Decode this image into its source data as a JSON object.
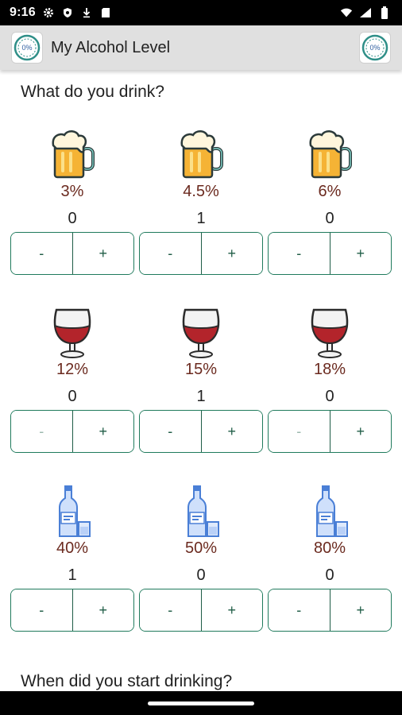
{
  "status_bar": {
    "time": "9:16",
    "icons_left": [
      "settings-icon",
      "shield-icon",
      "download-icon",
      "sd-card-icon"
    ],
    "icons_right": [
      "wifi-icon",
      "signal-icon",
      "battery-icon"
    ]
  },
  "app_bar": {
    "title": "My Alcohol Level",
    "logo_text": "0%",
    "action_text": "0%"
  },
  "sections": {
    "drink_question": "What do you drink?",
    "start_question": "When did you start drinking?"
  },
  "stepper": {
    "minus_label": "-",
    "plus_label": "+"
  },
  "drinks": [
    {
      "type": "beer",
      "percent": "3%",
      "count": "0"
    },
    {
      "type": "beer",
      "percent": "4.5%",
      "count": "1"
    },
    {
      "type": "beer",
      "percent": "6%",
      "count": "0"
    },
    {
      "type": "wine",
      "percent": "12%",
      "count": "0"
    },
    {
      "type": "wine",
      "percent": "15%",
      "count": "1"
    },
    {
      "type": "wine",
      "percent": "18%",
      "count": "0"
    },
    {
      "type": "spirit",
      "percent": "40%",
      "count": "1"
    },
    {
      "type": "spirit",
      "percent": "50%",
      "count": "0"
    },
    {
      "type": "spirit",
      "percent": "80%",
      "count": "0"
    }
  ],
  "colors": {
    "accent": "#1f7a5c",
    "percent_text": "#6b2a1f",
    "app_bar": "#e0e0e0",
    "beer": "#f5b335",
    "wine": "#b3242b",
    "spirit": "#4a7fd6"
  }
}
